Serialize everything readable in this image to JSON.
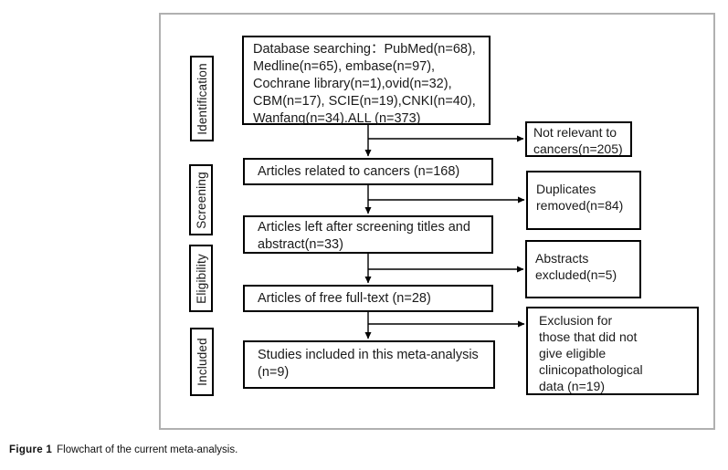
{
  "figure": {
    "caption_label": "Figure 1",
    "caption_text": "Flowchart of the current meta-analysis."
  },
  "stages": [
    {
      "label": "Identification"
    },
    {
      "label": "Screening"
    },
    {
      "label": "Eligibility"
    },
    {
      "label": "Included"
    }
  ],
  "main_boxes": [
    {
      "text": "Database searching：PubMed(n=68),\nMedline(n=65), embase(n=97),\nCochrane library(n=1),ovid(n=32),\nCBM(n=17), SCIE(n=19),CNKI(n=40),\nWanfang(n=34).ALL (n=373)"
    },
    {
      "text": "Articles related to cancers (n=168)"
    },
    {
      "text": "Articles left after screening titles and\nabstract(n=33)"
    },
    {
      "text": "Articles of free full-text (n=28)"
    },
    {
      "text": "Studies included in this meta-analysis\n(n=9)"
    }
  ],
  "side_boxes": [
    {
      "text": "Not relevant to\ncancers(n=205)"
    },
    {
      "text": "Duplicates\nremoved(n=84)"
    },
    {
      "text": "Abstracts\nexcluded(n=5)"
    },
    {
      "text": "Exclusion for\nthose that did not\ngive eligible\nclinicopathological\ndata (n=19)"
    }
  ],
  "colors": {
    "box_border": "#000000",
    "panel_border": "#b0b0b0",
    "text": "#1a1a1a"
  }
}
